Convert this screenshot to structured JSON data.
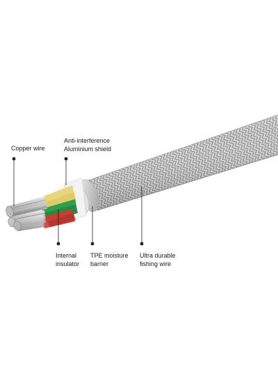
{
  "labels": {
    "copper_wire": "Copper wire",
    "shield": "Anti-interference\nAluminium shield",
    "internal_insulator": "Internal\ninsulator",
    "tpe_barrier": "TPE moisture\nbarrier",
    "fishing_wire": "Ultra durable\nfishing wire"
  },
  "colors": {
    "braid": "#c9c9c9",
    "braid_dark": "#9e9e9e",
    "shield": "#d8d8d8",
    "yellow_insulation": "#e8d77a",
    "green_insulation": "#2e9e4f",
    "red_insulation": "#d23a2f",
    "copper_strands": "#bdbdbd",
    "leader_line": "#222222"
  }
}
